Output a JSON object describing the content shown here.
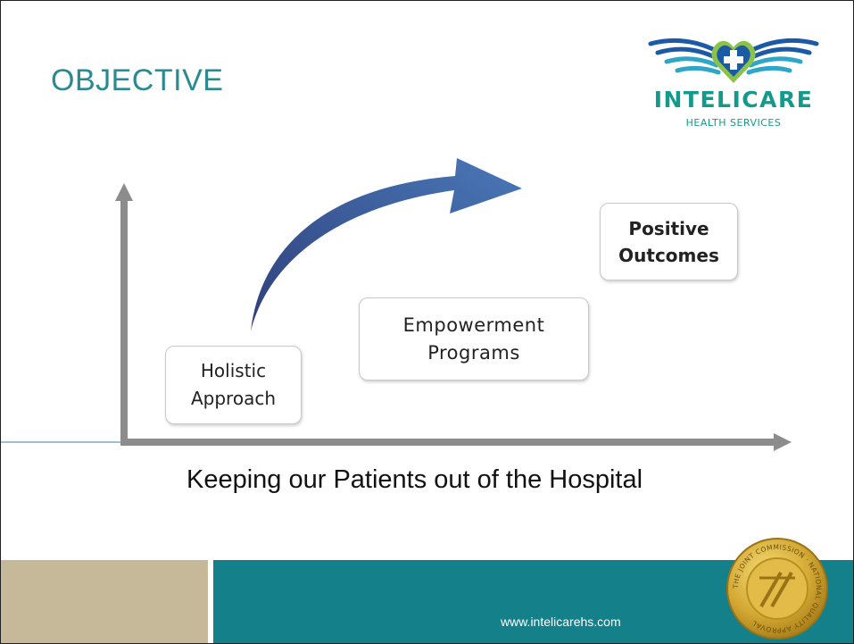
{
  "slide": {
    "title": "OBJECTIVE",
    "caption": "Keeping our Patients out of the Hospital",
    "url": "www.intelicarehs.com"
  },
  "logo": {
    "name": "INTELICARE",
    "subtitle": "HEALTH SERVICES"
  },
  "diagram": {
    "steps": [
      {
        "label": "Holistic\nApproach"
      },
      {
        "label": "Empowerment\nPrograms"
      },
      {
        "label": "Positive\nOutcomes"
      }
    ]
  },
  "seal": {
    "text": "THE JOINT COMMISSION · NATIONAL QUALITY APPROVAL"
  },
  "colors": {
    "title": "#2a8a91",
    "footer_teal": "#14808a",
    "footer_tan": "#c6b99a",
    "arrow": "#3a5da0",
    "axis": "#8c8c8c"
  }
}
